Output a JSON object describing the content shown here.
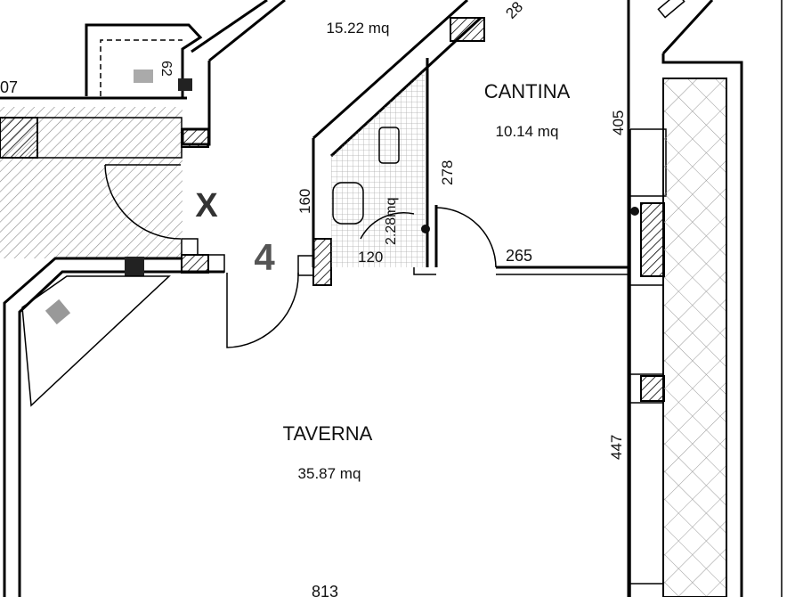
{
  "rooms": [
    {
      "name": "",
      "area": "15.22 mq"
    },
    {
      "name": "CANTINA",
      "area": "10.14 mq"
    },
    {
      "name": "TAVERNA",
      "area": "35.87 mq"
    },
    {
      "name": "",
      "area": "2.28mq"
    }
  ],
  "dimensions": {
    "d282": "28",
    "d07": "07",
    "d62": "62",
    "d160": "160",
    "d120": "120",
    "d278": "278",
    "d405": "405",
    "d265": "265",
    "d447": "447",
    "d813": "813"
  },
  "markers": {
    "x": "X",
    "four": "4"
  },
  "colors": {
    "wall": "#000000",
    "hatch": "#555555",
    "marker": "#444444",
    "fixture": "#9a9a9a"
  }
}
